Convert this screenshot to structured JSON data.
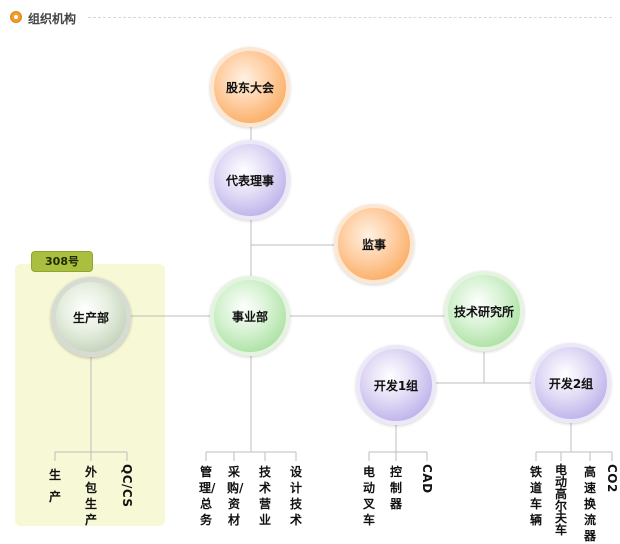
{
  "header": {
    "title": "组织机构"
  },
  "panel": {
    "tab_label": "308号"
  },
  "nodes": {
    "shareholders": "股东大会",
    "board": "代表理事",
    "supervisor": "监事",
    "business": "事业部",
    "production": "生产部",
    "research": "技术研究所",
    "dev1": "开发1组",
    "dev2": "开发2组"
  },
  "leaves": {
    "production": [
      "生产",
      "外包生产",
      "QC/CS"
    ],
    "business": [
      "管理/总务",
      "采购/资材",
      "技术营业",
      "设计技术"
    ],
    "dev1": [
      "电动叉车",
      "控制器",
      "CAD"
    ],
    "dev2": [
      "铁道车辆",
      "电动高尔夫车",
      "高速换流器",
      "CO2"
    ]
  }
}
